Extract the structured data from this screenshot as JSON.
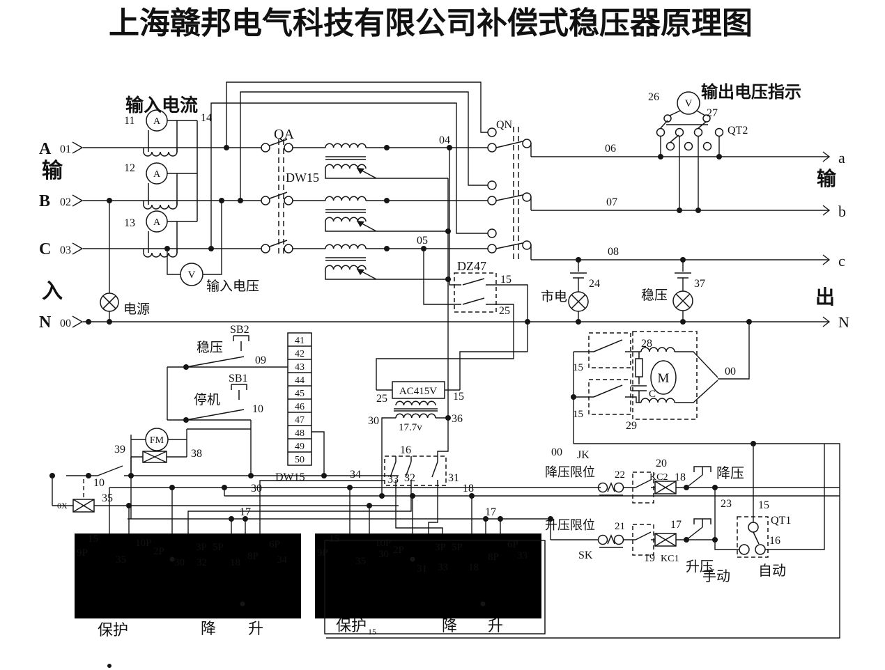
{
  "title": "上海赣邦电气科技有限公司补偿式稳压器原理图",
  "input_side": {
    "v1": "输",
    "v2": "入",
    "a": "A",
    "w01": "01",
    "b": "B",
    "w02": "02",
    "c": "C",
    "w03": "03",
    "n": "N",
    "w00": "00"
  },
  "output_side": {
    "v1": "输",
    "v2": "出",
    "a": "a",
    "b": "b",
    "c": "c",
    "n": "N",
    "w06": "06",
    "w07": "07",
    "w08": "08"
  },
  "metering": {
    "title": "输入电流",
    "ct1": "11",
    "ct2": "12",
    "ct3": "13",
    "ret": "14",
    "am": "A",
    "vm": "V",
    "input_voltage": "输入电压",
    "power_lamp": "电源"
  },
  "ovi": {
    "title": "输出电压指示",
    "w26": "26",
    "w27": "27",
    "vm": "V",
    "selector": "QT2"
  },
  "qa": {
    "name": "QA",
    "model": "DW15"
  },
  "qn": {
    "name": "QN"
  },
  "dz47": {
    "name": "DZ47"
  },
  "wires": {
    "w04": "04",
    "w05": "05",
    "w09": "09",
    "w10": "10",
    "w15": "15",
    "w16": "16",
    "w17": "17",
    "w18": "18",
    "w25": "25",
    "w30": "30",
    "w34": "34",
    "w35": "35",
    "w36": "36"
  },
  "lamps": {
    "mains": "市电",
    "mains_no": "24",
    "stab": "稳压",
    "stab_no": "37"
  },
  "buttons": {
    "stab": "稳压",
    "sb2": "SB2",
    "stop": "停机",
    "sb1": "SB1"
  },
  "strip": {
    "cells": [
      "41",
      "42",
      "43",
      "44",
      "45",
      "46",
      "47",
      "48",
      "49",
      "50"
    ],
    "model": "DW15"
  },
  "fan": {
    "fm": "FM",
    "w39": "39",
    "w38": "38",
    "coil": "0X"
  },
  "ctx": {
    "primary": "AC415V",
    "sec": "17.7v",
    "relay16": "16",
    "c33": "33",
    "c32": "32",
    "c31": "31"
  },
  "motor": {
    "w28": "28",
    "w29": "29",
    "m": "M",
    "cap": "C",
    "w00": "00"
  },
  "control": {
    "w00": "00",
    "jk": "JK",
    "down_limit": "降压限位",
    "w22": "22",
    "w20": "20",
    "kc2": "KC2",
    "down_btn": "降压",
    "w23": "23",
    "up_limit": "升压限位",
    "w21": "21",
    "w19": "19",
    "kc1": "KC1",
    "up_btn": "升压",
    "sk": "SK",
    "qt1": "QT1",
    "manual": "手动",
    "auto": "自动"
  },
  "panel1": {
    "t15": "15",
    "t9p": "9P",
    "t10p": "10P",
    "t35": "35",
    "t2p": "2P",
    "t30": "30",
    "t3p": "3P",
    "t32": "32",
    "t5p": "5P",
    "t18": "18",
    "t8p": "8P",
    "t6p": "6P",
    "t34": "34",
    "protect": "保护",
    "down": "降",
    "up": "升"
  },
  "panel2": {
    "t15": "15",
    "t9p": "9P",
    "t10p": "10P",
    "t35": "35",
    "t30": "30",
    "t2p": "2P",
    "t3p": "3P",
    "t31": "31",
    "t33": "33",
    "t5p": "5P",
    "t18": "18",
    "t8p": "8P",
    "t6p": "6P",
    "t33b": "33",
    "protect": "保护",
    "psub": "15",
    "down": "降",
    "up": "升"
  }
}
